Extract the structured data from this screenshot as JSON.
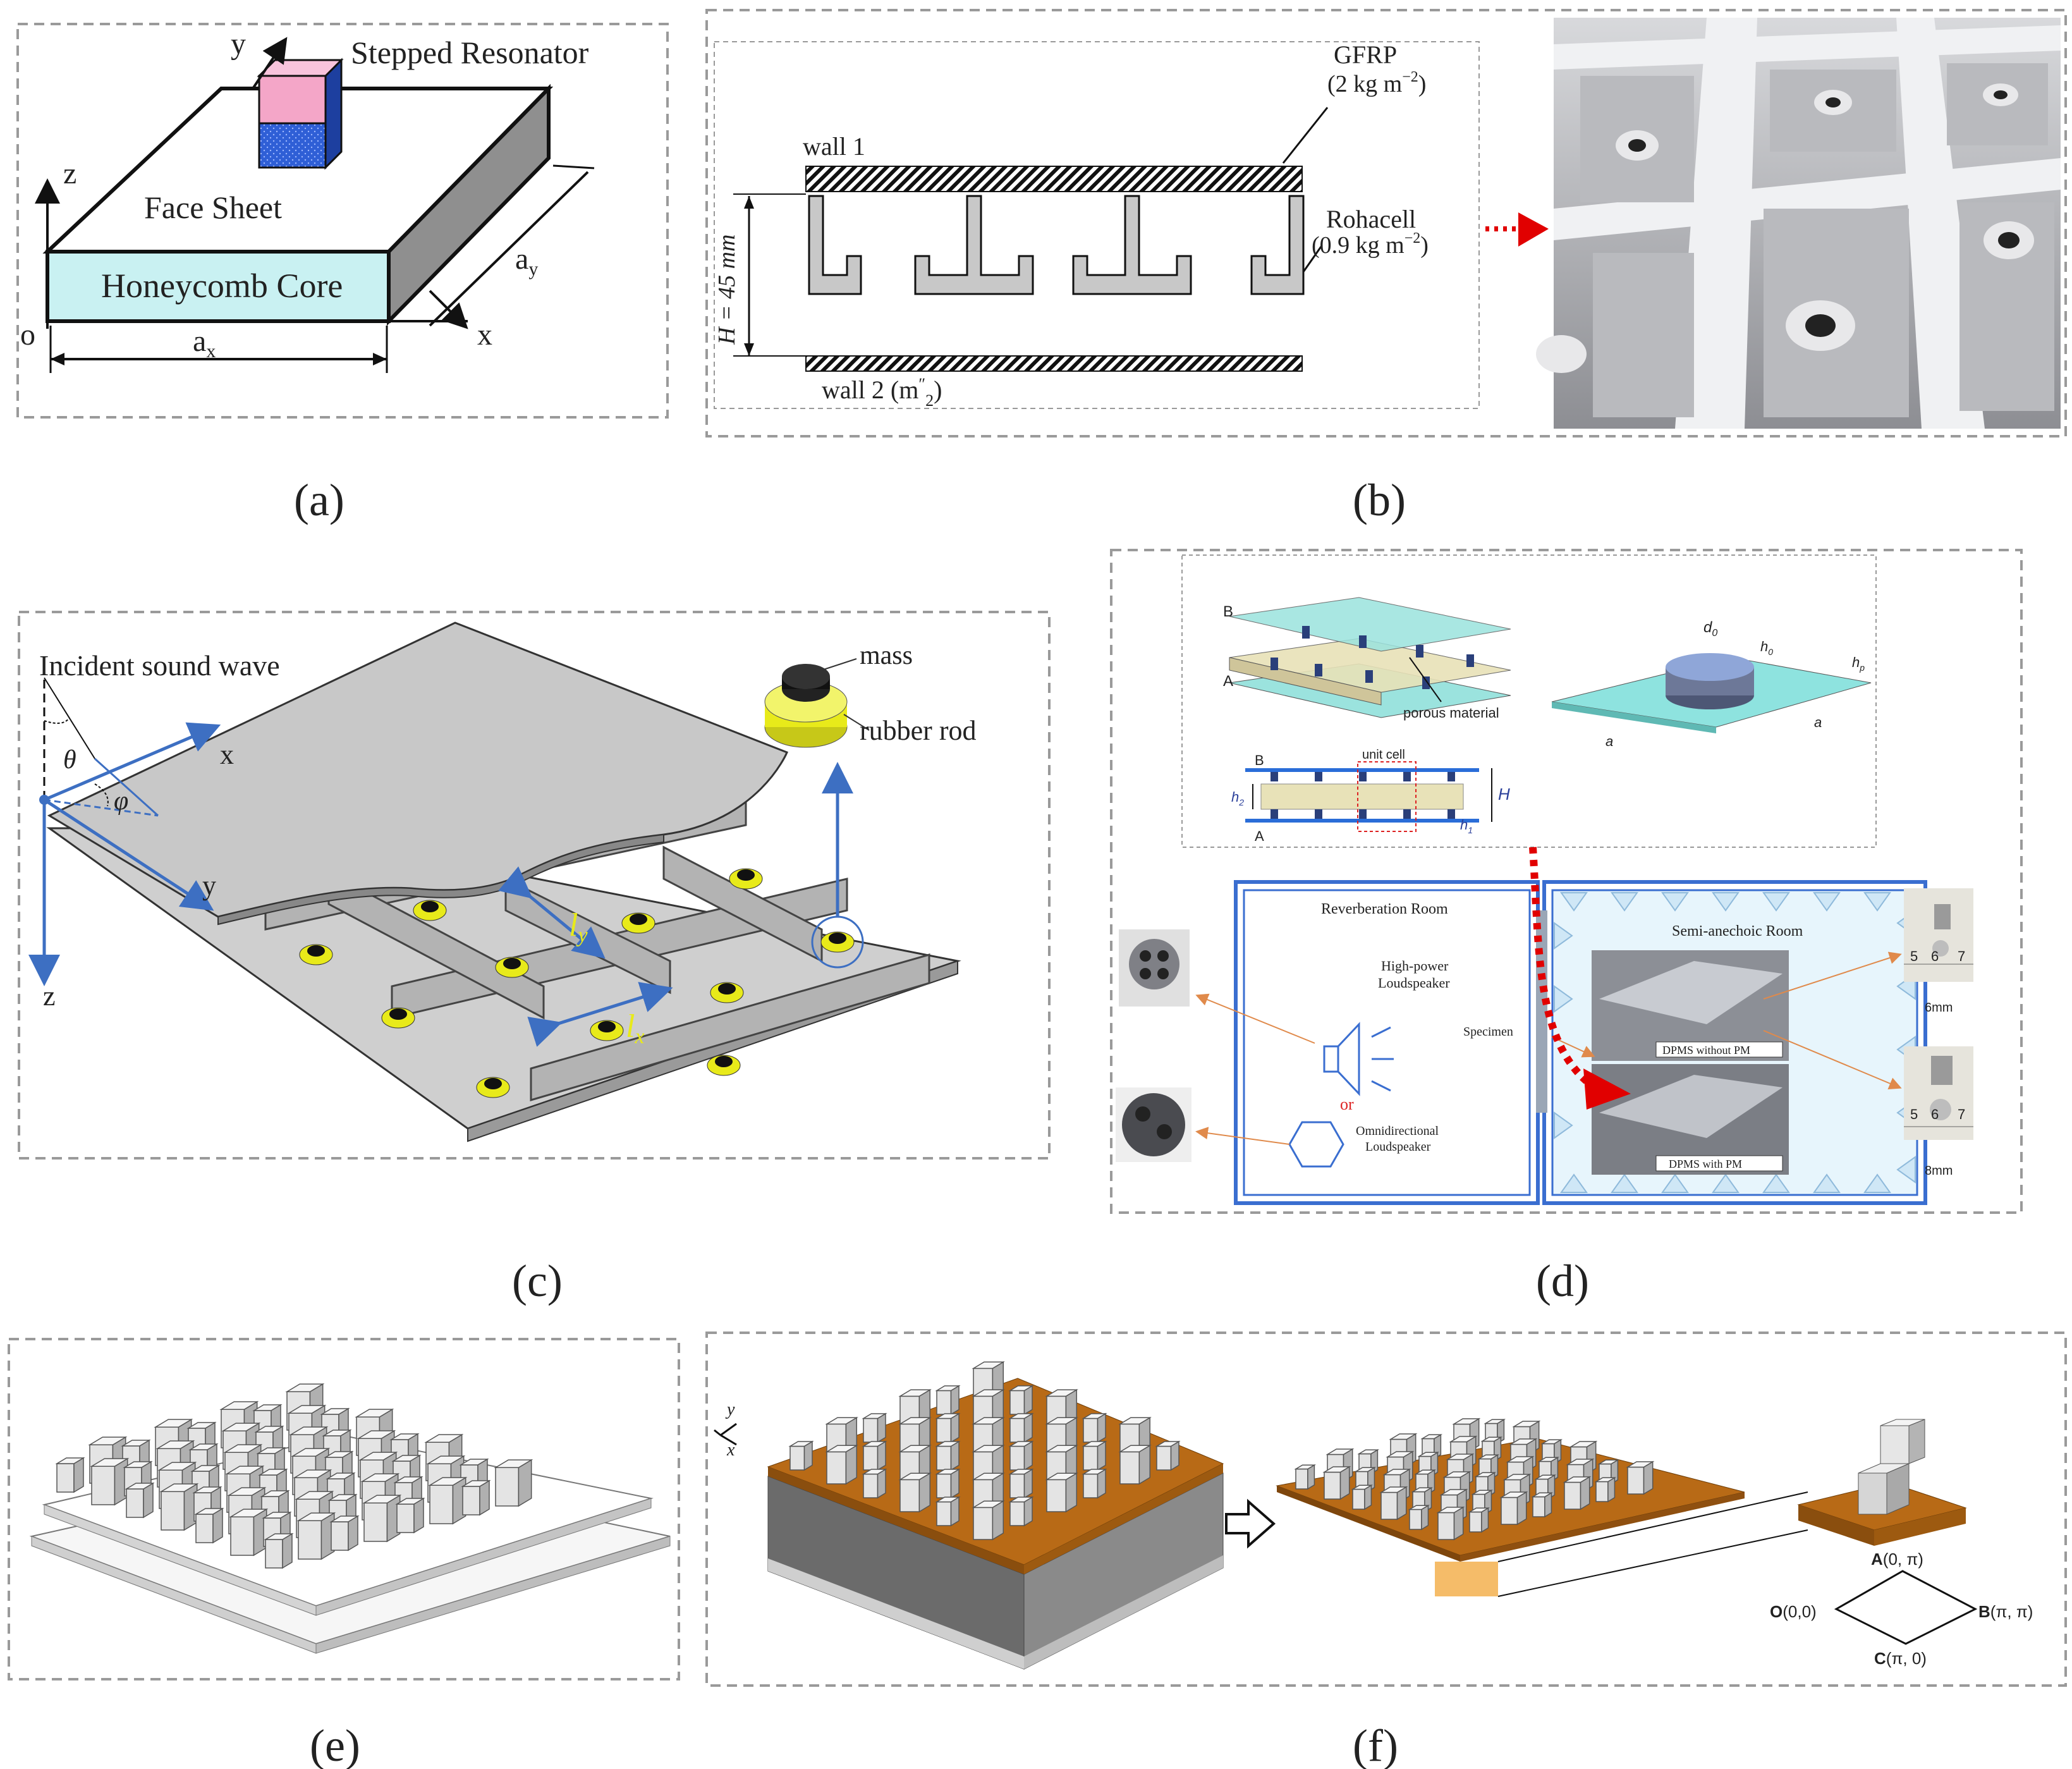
{
  "colors": {
    "frame_dash": "#9a9a9a",
    "honeycomb": "#c9f1f2",
    "pink": "#f4a6c8",
    "resonator_blue": "#2f5fd6",
    "orange_plate": "#b86a16",
    "teal_plate": "#8ee3df",
    "yellow": "#e8ea1a",
    "red_arrow": "#e10000",
    "arrow_blue": "#3d6fc2",
    "room_blue": "#3a6ed0"
  },
  "captions": {
    "a": "(a)",
    "b": "(b)",
    "c": "(c)",
    "d": "(d)",
    "e": "(e)",
    "f": "(f)"
  },
  "panel_a": {
    "stepped_resonator": "Stepped Resonator",
    "face_sheet": "Face Sheet",
    "honeycomb_core": "Honeycomb Core",
    "axis_y": "y",
    "axis_z": "z",
    "axis_x": "x",
    "origin": "o",
    "dim_ax": "a",
    "dim_ax_sub": "x",
    "dim_ay": "a",
    "dim_ay_sub": "y"
  },
  "panel_b": {
    "gfrp": "GFRP",
    "gfrp_mass": "(2 kg m",
    "gfrp_exp": "−2",
    "gfrp_close": ")",
    "wall1": "wall 1",
    "rohacell": "Rohacell",
    "rohacell_mass": "(0.9 kg m",
    "rohacell_exp": "−2",
    "rohacell_close": ")",
    "height": "H = 45 mm",
    "wall2": "wall 2 (m",
    "wall2_sup": "″",
    "wall2_sub": "2",
    "wall2_close": ")"
  },
  "panel_c": {
    "incident": "Incident sound wave",
    "mass": "mass",
    "rubber": "rubber rod",
    "x": "x",
    "y": "y",
    "z": "z",
    "theta": "θ",
    "phi": "φ",
    "ly": "l",
    "ly_sub": "y",
    "lx": "l",
    "lx_sub": "x"
  },
  "panel_d": {
    "b": "B",
    "a": "A",
    "porous": "porous material",
    "unit_cell": "unit cell",
    "h2": "h",
    "h2_sub": "2",
    "h1": "h",
    "h1_sub": "1",
    "H": "H",
    "d0": "d",
    "d0_sub": "0",
    "h0": "h",
    "h0_sub": "0",
    "hp": "h",
    "hp_sub": "p",
    "dim_a1": "a",
    "dim_a2": "a",
    "reverb_room": "Reverberation Room",
    "semi_room": "Semi-anechoic Room",
    "hp_speaker_1": "High-power",
    "hp_speaker_2": "Loudspeaker",
    "or": "or",
    "omni_1": "Omnidirectional",
    "omni_2": "Loudspeaker",
    "specimen": "Specimen",
    "dpms_without": "DPMS without PM",
    "dpms_with": "DPMS with PM",
    "ruler_1": "5",
    "ruler_2": "6",
    "ruler_3": "7",
    "size_6": "6mm",
    "size_8": "8mm"
  },
  "panel_f": {
    "axis_y": "y",
    "axis_x": "x",
    "pt_a": "A",
    "pt_a_coord": "(0, π)",
    "pt_b": "B",
    "pt_b_coord": "(π, π)",
    "pt_o": "O",
    "pt_o_coord": "(0,0)",
    "pt_c": "C",
    "pt_c_coord": "(π, 0)"
  }
}
